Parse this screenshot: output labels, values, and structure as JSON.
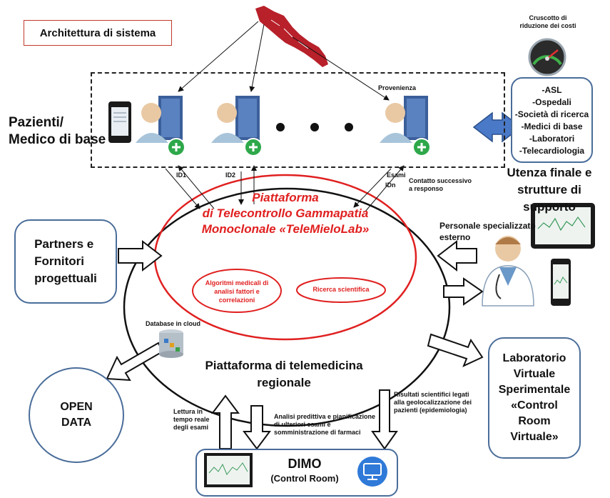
{
  "title": "Architettura di sistema",
  "patients_label_1": "Pazienti/",
  "patients_label_2": "Medico di base",
  "provenienza": "Provenienza",
  "ids": [
    "ID1",
    "ID2",
    "IDn"
  ],
  "esami": "Esami",
  "contatto_1": "Contatto successivo",
  "contatto_2": "a responso",
  "dashboard_1": "Cruscotto di",
  "dashboard_2": "riduzione dei costi",
  "users_list": [
    "-ASL",
    "-Ospedali",
    "-Società di ricerca",
    "-Medici di base",
    "-Laboratori",
    "-Telecardiologia"
  ],
  "users_caption_1": "Utenza finale e",
  "users_caption_2": "strutture di supporto",
  "platform_title_1": "Piattaforma",
  "platform_title_2": "di Telecontrollo Gammapatia",
  "platform_title_3": "Monoclonale «TeleMieloLab»",
  "algo_1": "Algoritmi medicali di",
  "algo_2": "analisi fattori e",
  "algo_3": "correlazioni",
  "research": "Ricerca scientifica",
  "partners": [
    "Partners e",
    "Fornitori",
    "progettuali"
  ],
  "personale_1": "Personale specializzato",
  "personale_2": "esterno",
  "database": "Database in cloud",
  "regional_1": "Piattaforma di telemedicina",
  "regional_2": "regionale",
  "open_data_1": "OPEN",
  "open_data_2": "DATA",
  "lab": [
    "Laboratorio",
    "Virtuale",
    "Sperimentale",
    "«Control",
    "Room",
    "Virtuale»"
  ],
  "lettura": [
    "Lettura in",
    "tempo reale",
    "degli esami"
  ],
  "analisi": [
    "Analisi predittiva e pianificazione",
    "di ulteriori esami e",
    "somministrazione di farmaci"
  ],
  "risultati": [
    "Risultati scientifici legati",
    "alla geolocalizzazione dei",
    "pazienti (epidemiologia)"
  ],
  "dimo_1": "DIMO",
  "dimo_2": "(Control Room)"
}
